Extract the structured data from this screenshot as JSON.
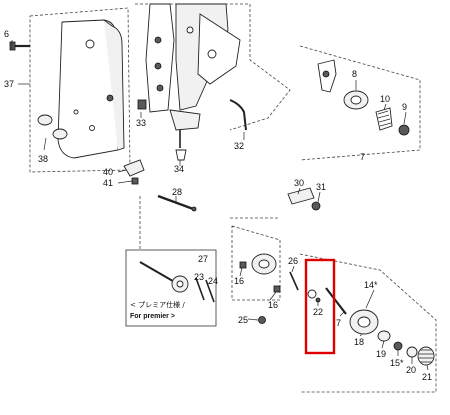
{
  "parts": {
    "p6": "6",
    "p37": "37",
    "p38": "38",
    "p33": "33",
    "p34": "34",
    "p32": "32",
    "p40": "40",
    "p41": "41",
    "p8": "8",
    "p10": "10",
    "p9": "9",
    "p7a": "7",
    "p28": "28",
    "p30": "30",
    "p31": "31",
    "p27": "27",
    "p23": "23",
    "p24": "24",
    "p26": "26",
    "p14": "14*",
    "p16a": "16",
    "p16b": "16",
    "p22": "22",
    "p7b": "7",
    "p25": "25",
    "p18": "18",
    "p19": "19",
    "p15": "15*",
    "p20": "20",
    "p21": "21"
  },
  "inset": {
    "note_jp": "< プレミア仕様 /",
    "note_en": "For premier >"
  },
  "colors": {
    "highlight": "#e00000",
    "line": "#222222"
  }
}
